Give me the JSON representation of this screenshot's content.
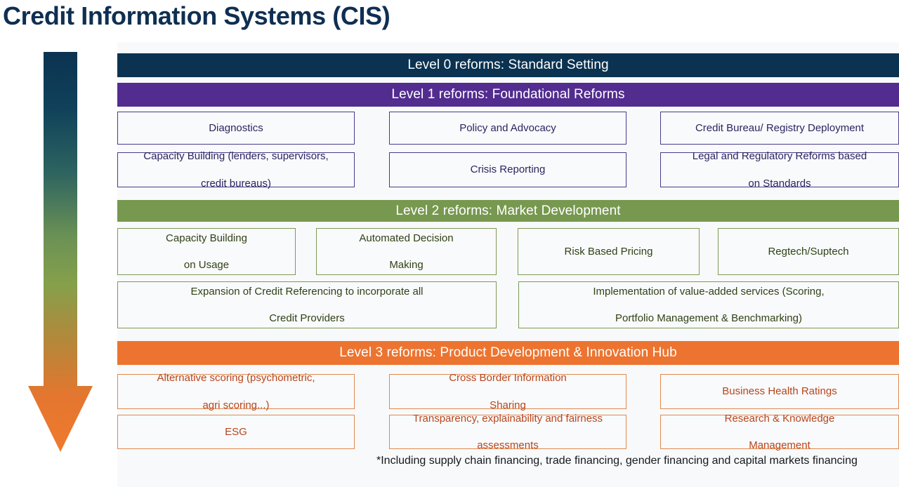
{
  "title": "Credit Information Systems (CIS)",
  "colors": {
    "level0_bar": "#0b3351",
    "level1_bar": "#522d8f",
    "level2_bar": "#77984f",
    "level3_bar": "#ec7430",
    "level1_border": "#4b3a8a",
    "level1_text": "#2b2560",
    "level2_border": "#7d9a55",
    "level2_text": "#2f4215",
    "level3_border": "#e08a4d",
    "level3_text": "#b8451a",
    "title_text": "#0f2f52",
    "panel_bg": "#f8f9fb",
    "arrow_top": "#0b3351",
    "arrow_mid_teal": "#2b6360",
    "arrow_mid_green": "#7a9a52",
    "arrow_mid_olive": "#b08a32",
    "arrow_bottom": "#ec7430"
  },
  "arrow": {
    "name": "downward-progression-arrow",
    "direction": "down"
  },
  "levels": [
    {
      "id": "level0",
      "bar_label": "Level 0 reforms: Standard Setting",
      "items": []
    },
    {
      "id": "level1",
      "bar_label": "Level 1 reforms: Foundational Reforms",
      "items": [
        "Diagnostics",
        "Policy and Advocacy",
        "Credit Bureau/ Registry Deployment",
        "Capacity Building (lenders, supervisors, credit bureaus)",
        "Crisis Reporting",
        "Legal and Regulatory Reforms based on Standards"
      ]
    },
    {
      "id": "level2",
      "bar_label": "Level 2 reforms: Market Development",
      "items": [
        "Capacity Building on Usage",
        "Automated Decision Making",
        "Risk Based Pricing",
        "Regtech/Suptech",
        "Expansion of Credit Referencing to incorporate all Credit Providers",
        "Implementation of value-added services (Scoring, Portfolio Management & Benchmarking)"
      ]
    },
    {
      "id": "level3",
      "bar_label": "Level 3 reforms: Product Development & Innovation Hub",
      "items": [
        "Alternative scoring (psychometric, agri scoring...)",
        "Cross Border Information Sharing",
        "Business Health Ratings",
        "ESG",
        "Transparency, explainability and fairness assessments",
        "Research & Knowledge Management"
      ]
    }
  ],
  "level1_lines": {
    "i0": [
      "Diagnostics"
    ],
    "i1": [
      "Policy and Advocacy"
    ],
    "i2": [
      "Credit Bureau/ Registry Deployment"
    ],
    "i3": [
      "Capacity Building (lenders, supervisors,",
      "credit bureaus)"
    ],
    "i4": [
      "Crisis Reporting"
    ],
    "i5": [
      "Legal and Regulatory Reforms based",
      "on Standards"
    ]
  },
  "level2_lines": {
    "i0": [
      "Capacity Building",
      "on Usage"
    ],
    "i1": [
      "Automated Decision",
      "Making"
    ],
    "i2": [
      "Risk Based Pricing"
    ],
    "i3": [
      "Regtech/Suptech"
    ],
    "i4": [
      "Expansion of Credit Referencing to incorporate all",
      "Credit Providers"
    ],
    "i5": [
      "Implementation of value-added services (Scoring,",
      "Portfolio Management & Benchmarking)"
    ]
  },
  "level3_lines": {
    "i0": [
      "Alternative scoring (psychometric,",
      "agri scoring...)"
    ],
    "i1": [
      "Cross Border Information",
      "Sharing"
    ],
    "i2": [
      "Business Health Ratings"
    ],
    "i3": [
      "ESG"
    ],
    "i4": [
      "Transparency, explainability and fairness",
      "assessments"
    ],
    "i5": [
      "Research & Knowledge",
      "Management"
    ]
  },
  "footnote": "*Including supply chain financing, trade financing, gender financing and capital markets financing"
}
